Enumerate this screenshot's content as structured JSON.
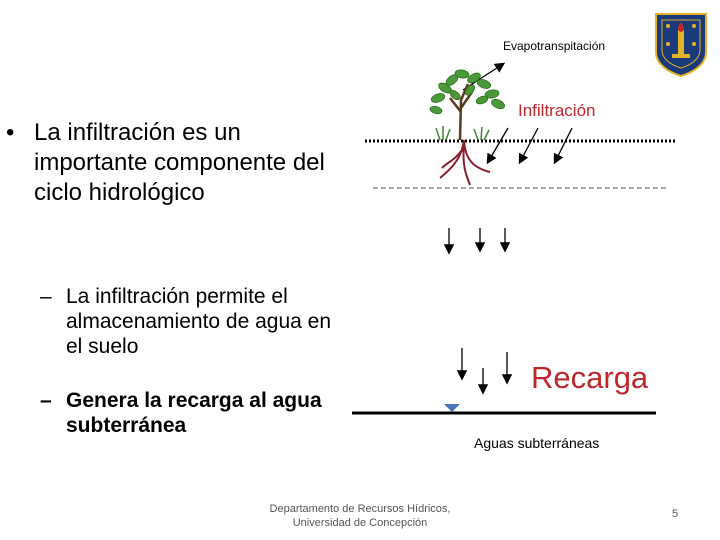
{
  "bullets": {
    "main": "La infiltración es un importante componente del ciclo hidrológico",
    "sub1": "La infiltración permite el almacenamiento de agua en el suelo",
    "sub2": "Genera la recarga al agua subterránea",
    "bullet_glyph": "•",
    "dash_glyph": "–"
  },
  "diagram": {
    "evapotranspiration_label": "Evapotranspitación",
    "infiltration_label": "Infiltración",
    "recharge_label": "Recarga",
    "groundwater_label": "Aguas subterráneas",
    "colors": {
      "label_red": "#c0272d",
      "root": "#8b1c2c",
      "trunk": "#5a3a1a",
      "leaf": "#4a9a3a",
      "grass": "#3c8a2e",
      "water_marker": "#4a76b8"
    }
  },
  "footer": {
    "line1": "Departamento de Recursos Hídricos,",
    "line2": "Universidad de Concepción",
    "page_number": "5"
  },
  "logo": {
    "name": "Universidad de Concepción crest",
    "colors": {
      "blue": "#1b3a7a",
      "gold": "#e2b227",
      "red": "#c0272d"
    }
  }
}
